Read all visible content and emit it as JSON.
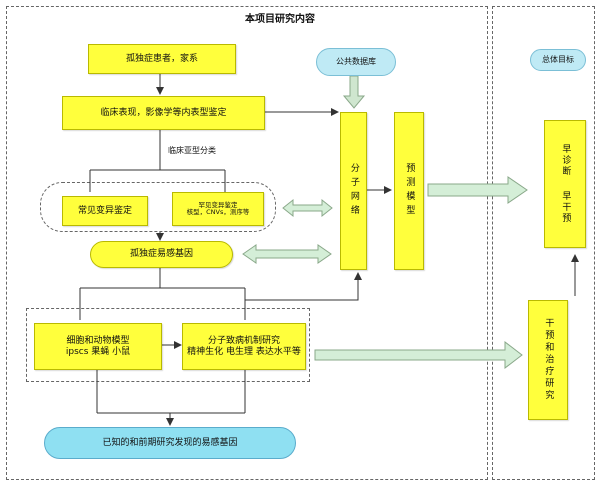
{
  "title": "本项目研究内容",
  "goal_label": "总体目标",
  "boxes": {
    "patients": "孤独症患者，家系",
    "phenotype": "临床表现，影像学等内表型鉴定",
    "subtype": "临床亚型分类",
    "common_variant": "常见变异鉴定",
    "rare_variant_line1": "罕见变异鉴定",
    "rare_variant_line2": "核型，CNVs，测序等",
    "susceptibility_genes": "孤独症易感基因",
    "models_line1": "细胞和动物模型",
    "models_line2": "ipscs 果蝇  小鼠",
    "mechanism_line1": "分子致病机制研究",
    "mechanism_line2": "精神生化 电生理 表达水平等",
    "known_genes": "已知的和前期研究发现的易感基因",
    "public_db": "公共数据库",
    "molecular_network": "分子网络",
    "prediction_model": "预测模型",
    "early_dx": "早诊断",
    "early_intervention": "早干预",
    "intervention_treatment": "干预和治疗研究"
  },
  "colors": {
    "yellow": "#ffff3c",
    "blue": "#8fe0f2",
    "arrow_green": "#d4eed7",
    "line": "#333333"
  }
}
